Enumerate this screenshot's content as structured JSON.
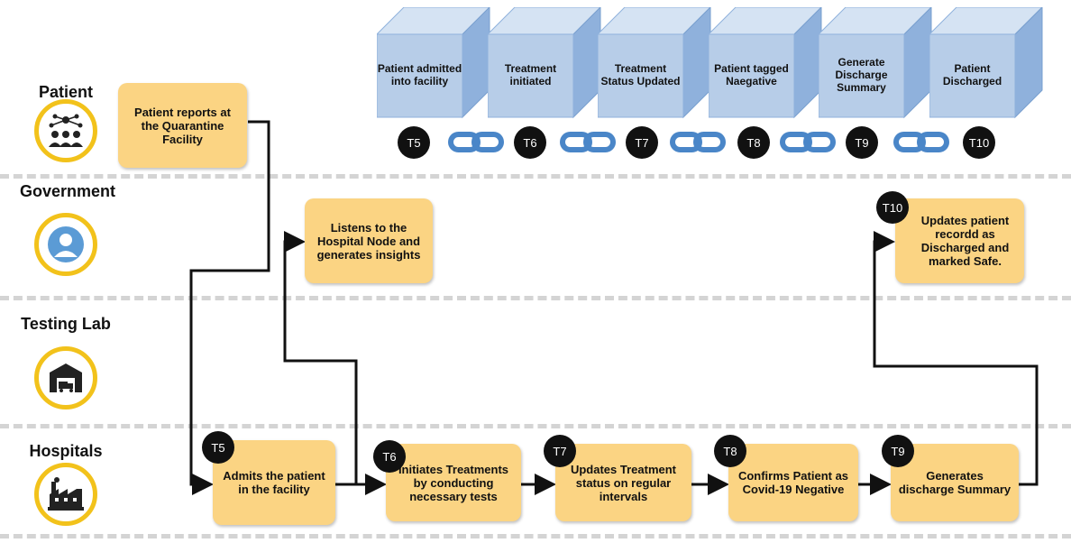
{
  "lanes": [
    {
      "label": "Patient",
      "icon": "patient-group-icon"
    },
    {
      "label": "Government",
      "icon": "user-profile-icon"
    },
    {
      "label": "Testing Lab",
      "icon": "warehouse-truck-icon"
    },
    {
      "label": "Hospitals",
      "icon": "factory-icon"
    }
  ],
  "blocks": [
    {
      "label": "Patient admitted into facility",
      "badge": "T5"
    },
    {
      "label": "Treatment initiated",
      "badge": "T6"
    },
    {
      "label": "Treatment Status Updated",
      "badge": "T7"
    },
    {
      "label": "Patient tagged Naegative",
      "badge": "T8"
    },
    {
      "label": "Generate Discharge Summary",
      "badge": "T9"
    },
    {
      "label": "Patient Discharged",
      "badge": "T10"
    }
  ],
  "patient_step": {
    "label": "Patient reports at the Quarantine Facility"
  },
  "government_step": {
    "label": "Listens to the Hospital Node and generates insights"
  },
  "discharge_step": {
    "label": "Updates patient recordd as Discharged and marked Safe.",
    "badge": "T10"
  },
  "hospital_steps": [
    {
      "label": "Admits the patient in the facility",
      "badge": "T5"
    },
    {
      "label": "Initiates Treatments by conducting necessary tests",
      "badge": "T6"
    },
    {
      "label": "Updates Treatment status on regular intervals",
      "badge": "T7"
    },
    {
      "label": "Confirms Patient as Covid-19 Negative",
      "badge": "T8"
    },
    {
      "label": "Generates discharge Summary",
      "badge": "T9"
    }
  ],
  "colors": {
    "box": "#fbd483",
    "cube_front": "#b7cde8",
    "cube_side": "#8fb1dc",
    "chain": "#4a86c8",
    "icon_ring": "#f2c21b"
  }
}
